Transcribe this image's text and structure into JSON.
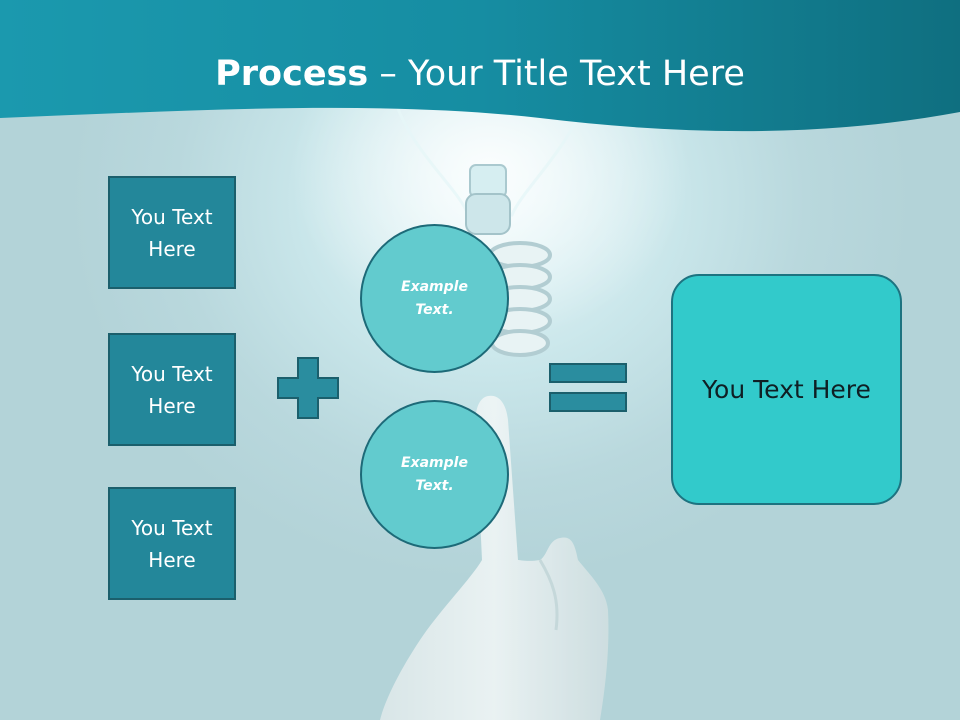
{
  "title": {
    "bold": "Process",
    "rest": " – Your Title Text Here"
  },
  "left_boxes": [
    {
      "text": "You Text Here"
    },
    {
      "text": "You Text Here"
    },
    {
      "text": "You Text Here"
    }
  ],
  "circles": [
    {
      "text": "Example Text."
    },
    {
      "text": "Example Text."
    }
  ],
  "result": {
    "text": "You Text Here"
  },
  "colors": {
    "header": "#1a93a8",
    "box_fill": "#23879a",
    "circle_fill": "#62cbce",
    "result_fill": "#32cacb",
    "outline": "#1b5f6c"
  },
  "icons": [
    "plus-icon",
    "equals-icon",
    "lightbulb-illustration",
    "hand-illustration"
  ]
}
